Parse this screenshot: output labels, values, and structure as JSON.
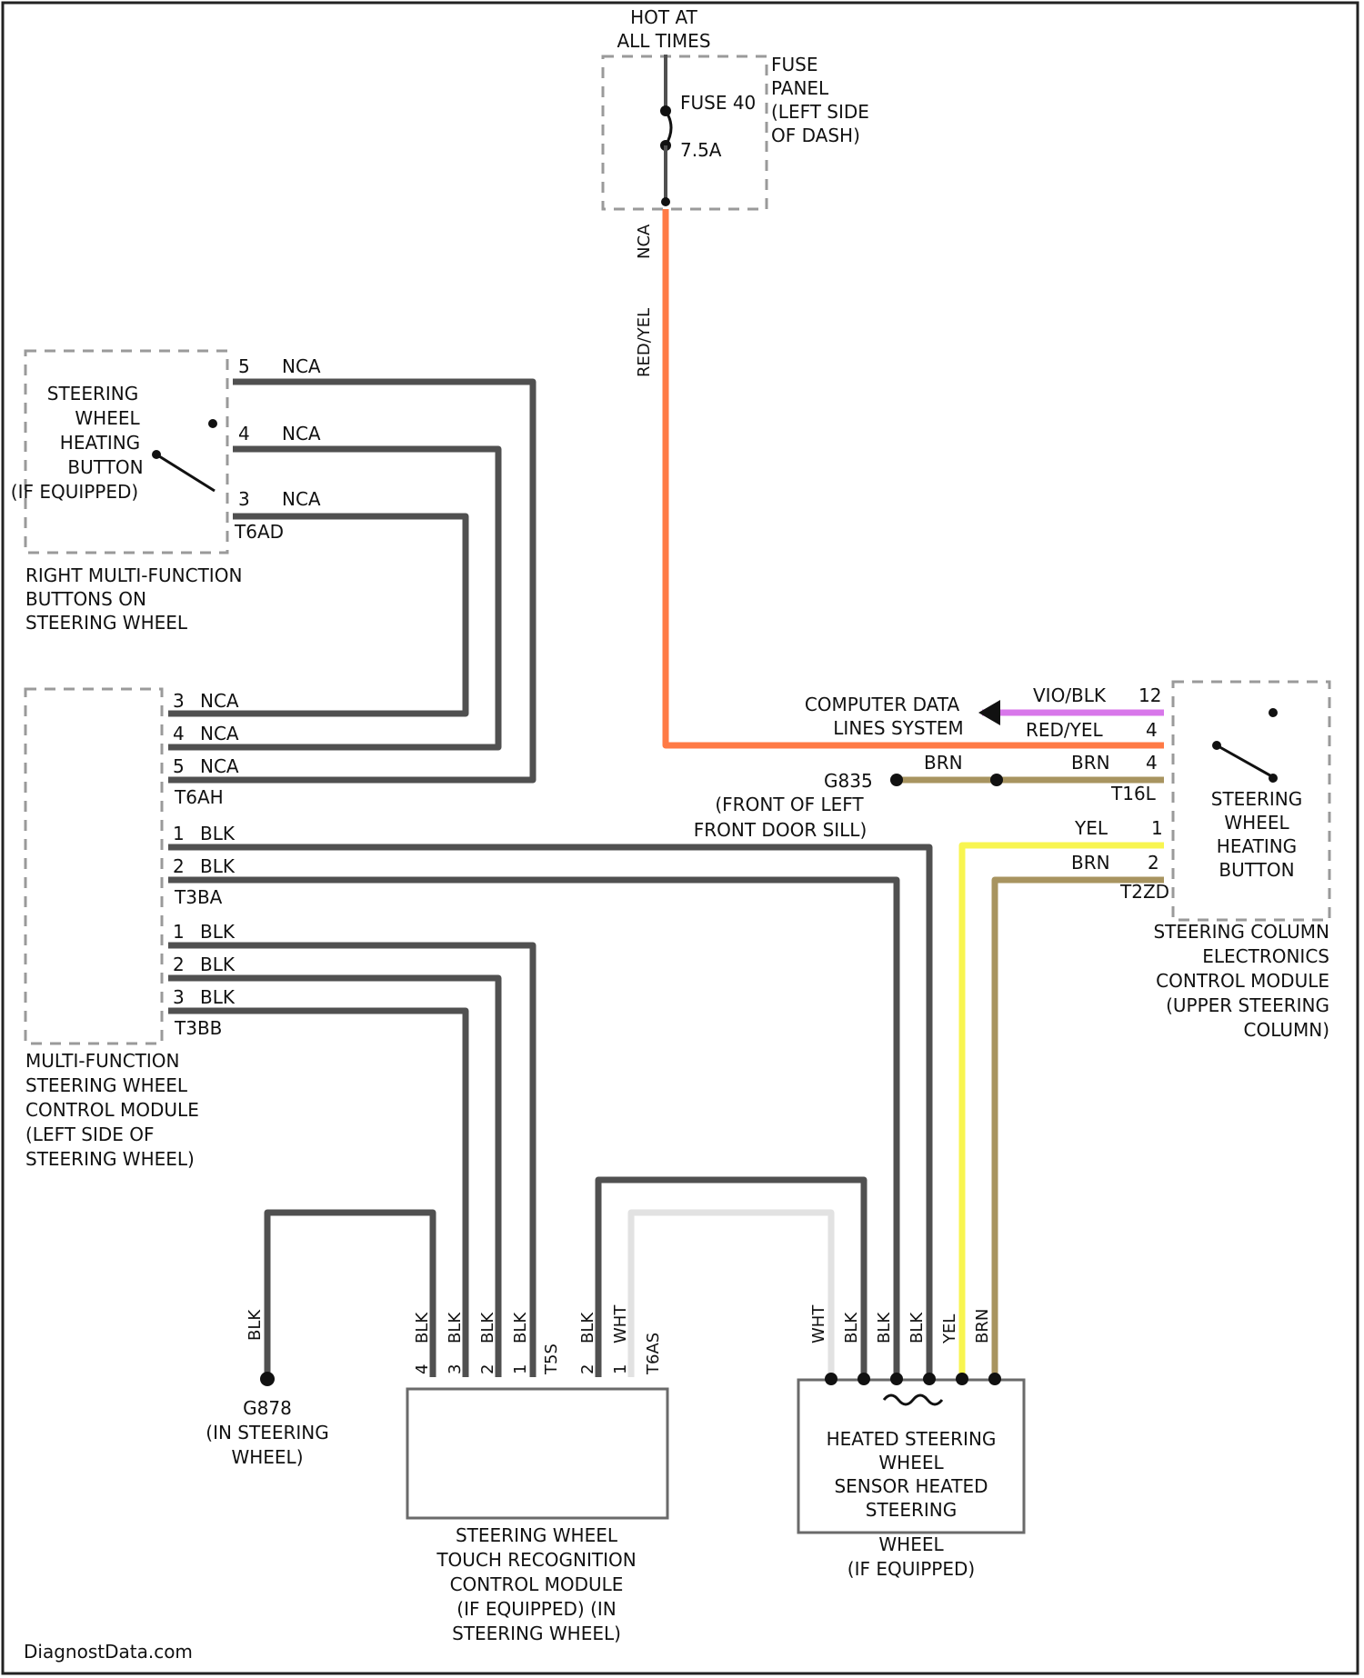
{
  "colors": {
    "wire_black": "#505050",
    "wire_red_yellow": "#ff7a45",
    "wire_violet_black": "#d877ea",
    "wire_yellow": "#f8f550",
    "wire_brown": "#a89460",
    "wire_white": "#e2e2e2",
    "component_box": "#9a9a9a"
  },
  "power": {
    "hot_line1": "HOT AT",
    "hot_line2": "ALL TIMES",
    "fuse_name": "FUSE 40",
    "fuse_rating": "7.5A",
    "fuse_panel": [
      "FUSE",
      "PANEL",
      "(LEFT SIDE",
      "OF DASH)"
    ],
    "wire_color": "RED/YEL",
    "wire_circuit": "NCA"
  },
  "right_mf_buttons": {
    "inner_label": [
      "STEERING",
      "WHEEL",
      "HEATING",
      "BUTTON",
      "(IF EQUIPPED)"
    ],
    "pins": [
      {
        "pin": "5",
        "circuit": "NCA"
      },
      {
        "pin": "4",
        "circuit": "NCA"
      },
      {
        "pin": "3",
        "circuit": "NCA"
      }
    ],
    "connector": "T6AD",
    "caption": [
      "RIGHT MULTI-FUNCTION",
      "BUTTONS ON",
      "STEERING WHEEL"
    ]
  },
  "mf_module": {
    "group1": {
      "pins": [
        {
          "pin": "3",
          "circuit": "NCA"
        },
        {
          "pin": "4",
          "circuit": "NCA"
        },
        {
          "pin": "5",
          "circuit": "NCA"
        }
      ],
      "connector": "T6AH"
    },
    "group2": {
      "pins": [
        {
          "pin": "1",
          "circuit": "BLK"
        },
        {
          "pin": "2",
          "circuit": "BLK"
        }
      ],
      "connector": "T3BA"
    },
    "group3": {
      "pins": [
        {
          "pin": "1",
          "circuit": "BLK"
        },
        {
          "pin": "2",
          "circuit": "BLK"
        },
        {
          "pin": "3",
          "circuit": "BLK"
        }
      ],
      "connector": "T3BB"
    },
    "caption": [
      "MULTI-FUNCTION",
      "STEERING WHEEL",
      "CONTROL MODULE",
      "(LEFT SIDE OF",
      "STEERING WHEEL)"
    ]
  },
  "sccm": {
    "rows": [
      {
        "pin": "12",
        "wire": "VIO/BLK"
      },
      {
        "pin": "4",
        "wire": "RED/YEL"
      },
      {
        "pin": "4",
        "wire": "BRN"
      },
      {
        "pin": "1",
        "wire": "YEL"
      },
      {
        "pin": "2",
        "wire": "BRN"
      }
    ],
    "connector_a": "T16L",
    "connector_b": "T2ZD",
    "inner_label": [
      "STEERING",
      "WHEEL",
      "HEATING",
      "BUTTON"
    ],
    "caption": [
      "STEERING COLUMN",
      "ELECTRONICS",
      "CONTROL MODULE",
      "(UPPER STEERING",
      "COLUMN)"
    ]
  },
  "data_lines": [
    "COMPUTER DATA",
    "LINES SYSTEM"
  ],
  "ground": {
    "brn_left": "BRN",
    "name": "G835",
    "location": [
      "(FRONT OF LEFT",
      "FRONT DOOR SILL)"
    ]
  },
  "ground_g878": {
    "wire": "BLK",
    "name": "G878",
    "location": [
      "(IN STEERING",
      "WHEEL)"
    ]
  },
  "touch_module": {
    "wires": [
      "BLK",
      "BLK",
      "BLK",
      "BLK",
      "BLK",
      "WHT"
    ],
    "pins": [
      "4",
      "3",
      "2",
      "1",
      "2",
      "1"
    ],
    "connector_a": "T5S",
    "connector_b": "T6AS",
    "caption": [
      "STEERING WHEEL",
      "TOUCH RECOGNITION",
      "CONTROL MODULE",
      "(IF EQUIPPED) (IN",
      "STEERING WHEEL)"
    ]
  },
  "heated_wheel": {
    "wires": [
      "WHT",
      "BLK",
      "BLK",
      "BLK",
      "YEL",
      "BRN"
    ],
    "caption": [
      "HEATED STEERING",
      "WHEEL",
      "SENSOR HEATED",
      "STEERING",
      "WHEEL",
      "(IF EQUIPPED)"
    ]
  },
  "watermark": "DiagnostData.com"
}
